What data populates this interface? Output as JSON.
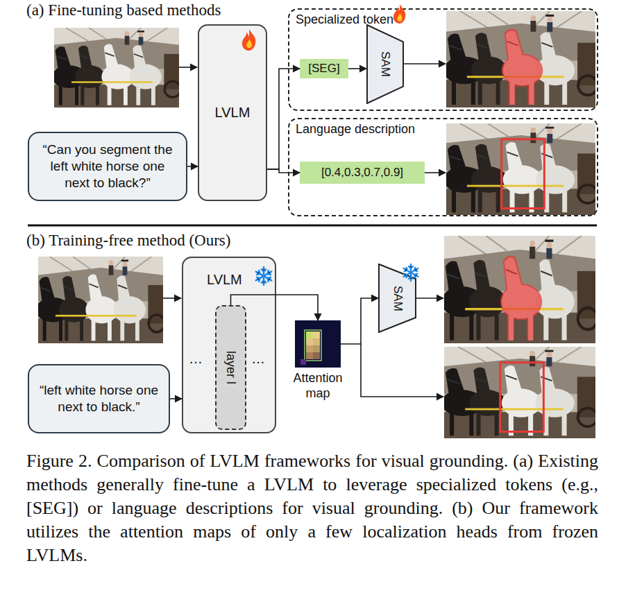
{
  "diagram": {
    "caption": "Figure 2. Comparison of LVLM frameworks for visual grounding. (a) Existing methods generally fine-tune a LVLM to leverage specialized tokens (e.g., [SEG]) or language descriptions for visual grounding. (b) Our framework utilizes the attention maps of only a few localization heads from frozen LVLMs.",
    "nodes": [
      {
        "text": [
          "“Can you segment the left white horse one next to black?”"
        ]
      },
      {
        "text": [
          "LVLM"
        ]
      },
      {
        "text": [
          "Specialized token"
        ]
      },
      {
        "text": [
          "[SEG]"
        ],
        "in": 2
      },
      {
        "text": [
          "SAM"
        ],
        "in": 2
      },
      {
        "text": [
          "Language description"
        ]
      },
      {
        "text": [
          "[0.4,0.3,0.7,0.9]"
        ],
        "in": 5
      },
      {
        "text": [
          "“left white horse one next to black.”"
        ]
      },
      {
        "text": [
          "LVLM"
        ]
      },
      {
        "text": [
          "layer l"
        ],
        "in": 8
      },
      {
        "text": [
          "Attention map"
        ]
      },
      {
        "text": [
          "SAM"
        ]
      }
    ],
    "edges": [
      {
        "from": 0,
        "to": 1,
        "arrow": "to"
      },
      {
        "from": 1,
        "to": 3,
        "arrow": "to"
      },
      {
        "from": 1,
        "to": 6,
        "arrow": "to"
      },
      {
        "from": 3,
        "to": 4,
        "arrow": "to"
      },
      {
        "from": 7,
        "to": 8,
        "arrow": "to"
      },
      {
        "from": 9,
        "to": 10,
        "arrow": "to"
      },
      {
        "from": 10,
        "to": 11,
        "arrow": "to"
      }
    ],
    "labels": [
      "(a) Fine-tuning based methods",
      "(b) Training-free method (Ours)",
      "…",
      "…"
    ]
  }
}
